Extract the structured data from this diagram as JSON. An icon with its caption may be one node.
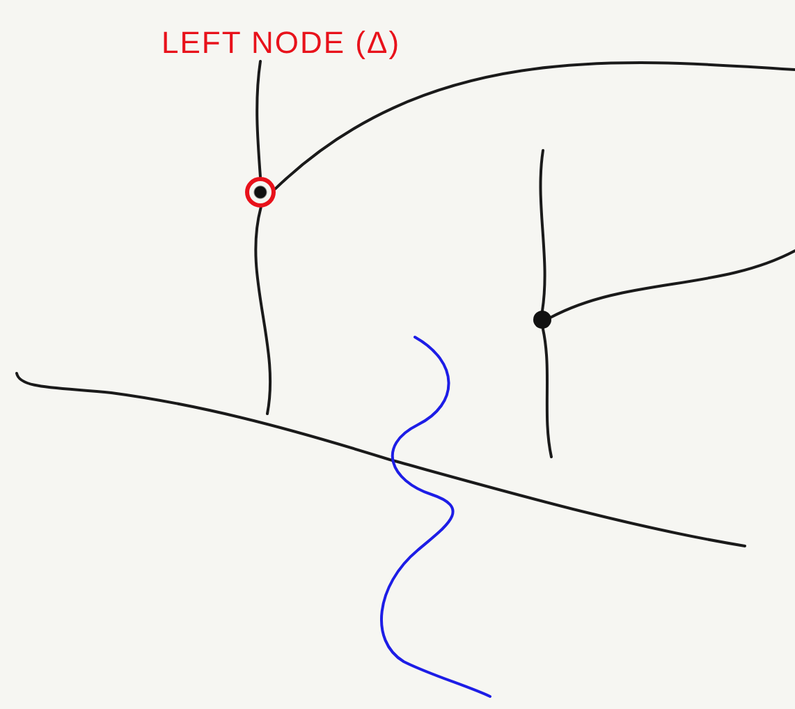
{
  "diagram": {
    "nodes": [
      {
        "text": [
          "LEFT NODE (Δ)"
        ]
      },
      {
        "text": [],
        "shape": "circle"
      },
      {
        "text": [],
        "shape": "circle"
      }
    ],
    "edges": [
      {
        "from": 0,
        "to": 1,
        "arrow": "none"
      },
      {
        "from": 1,
        "to": null,
        "arrow": "none"
      },
      {
        "from": 1,
        "to": null,
        "arrow": "none"
      },
      {
        "from": 2,
        "to": null,
        "arrow": "none"
      },
      {
        "from": 2,
        "to": null,
        "arrow": "none"
      },
      {
        "from": 2,
        "to": null,
        "arrow": "none"
      }
    ]
  }
}
